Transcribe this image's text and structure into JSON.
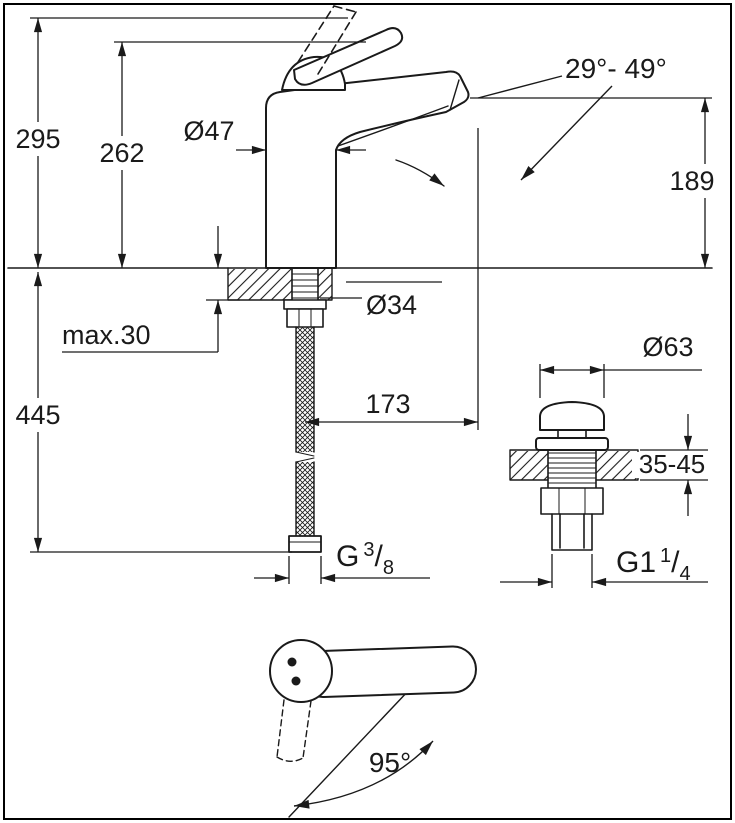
{
  "colors": {
    "line": "#1a1a1a",
    "background": "#ffffff"
  },
  "drawing": {
    "dimensions": {
      "overall_height": "295",
      "lever_height": "262",
      "body_diameter": "Ø47",
      "spout_angle_range": "29°- 49°",
      "spout_outlet_height": "189",
      "max_deck_thickness": "max.30",
      "tap_hole_diameter": "Ø34",
      "supply_hose_length": "445",
      "spout_reach": "173",
      "waste_flange_diameter": "Ø63",
      "waste_deck_thickness": "35-45",
      "handle_swivel_angle": "95°"
    },
    "threads": {
      "supply": {
        "prefix": "G",
        "numerator": "3",
        "slash": "/",
        "denominator": "8"
      },
      "waste": {
        "prefix": "G1",
        "numerator": "1",
        "slash": "/",
        "denominator": "4"
      }
    }
  }
}
